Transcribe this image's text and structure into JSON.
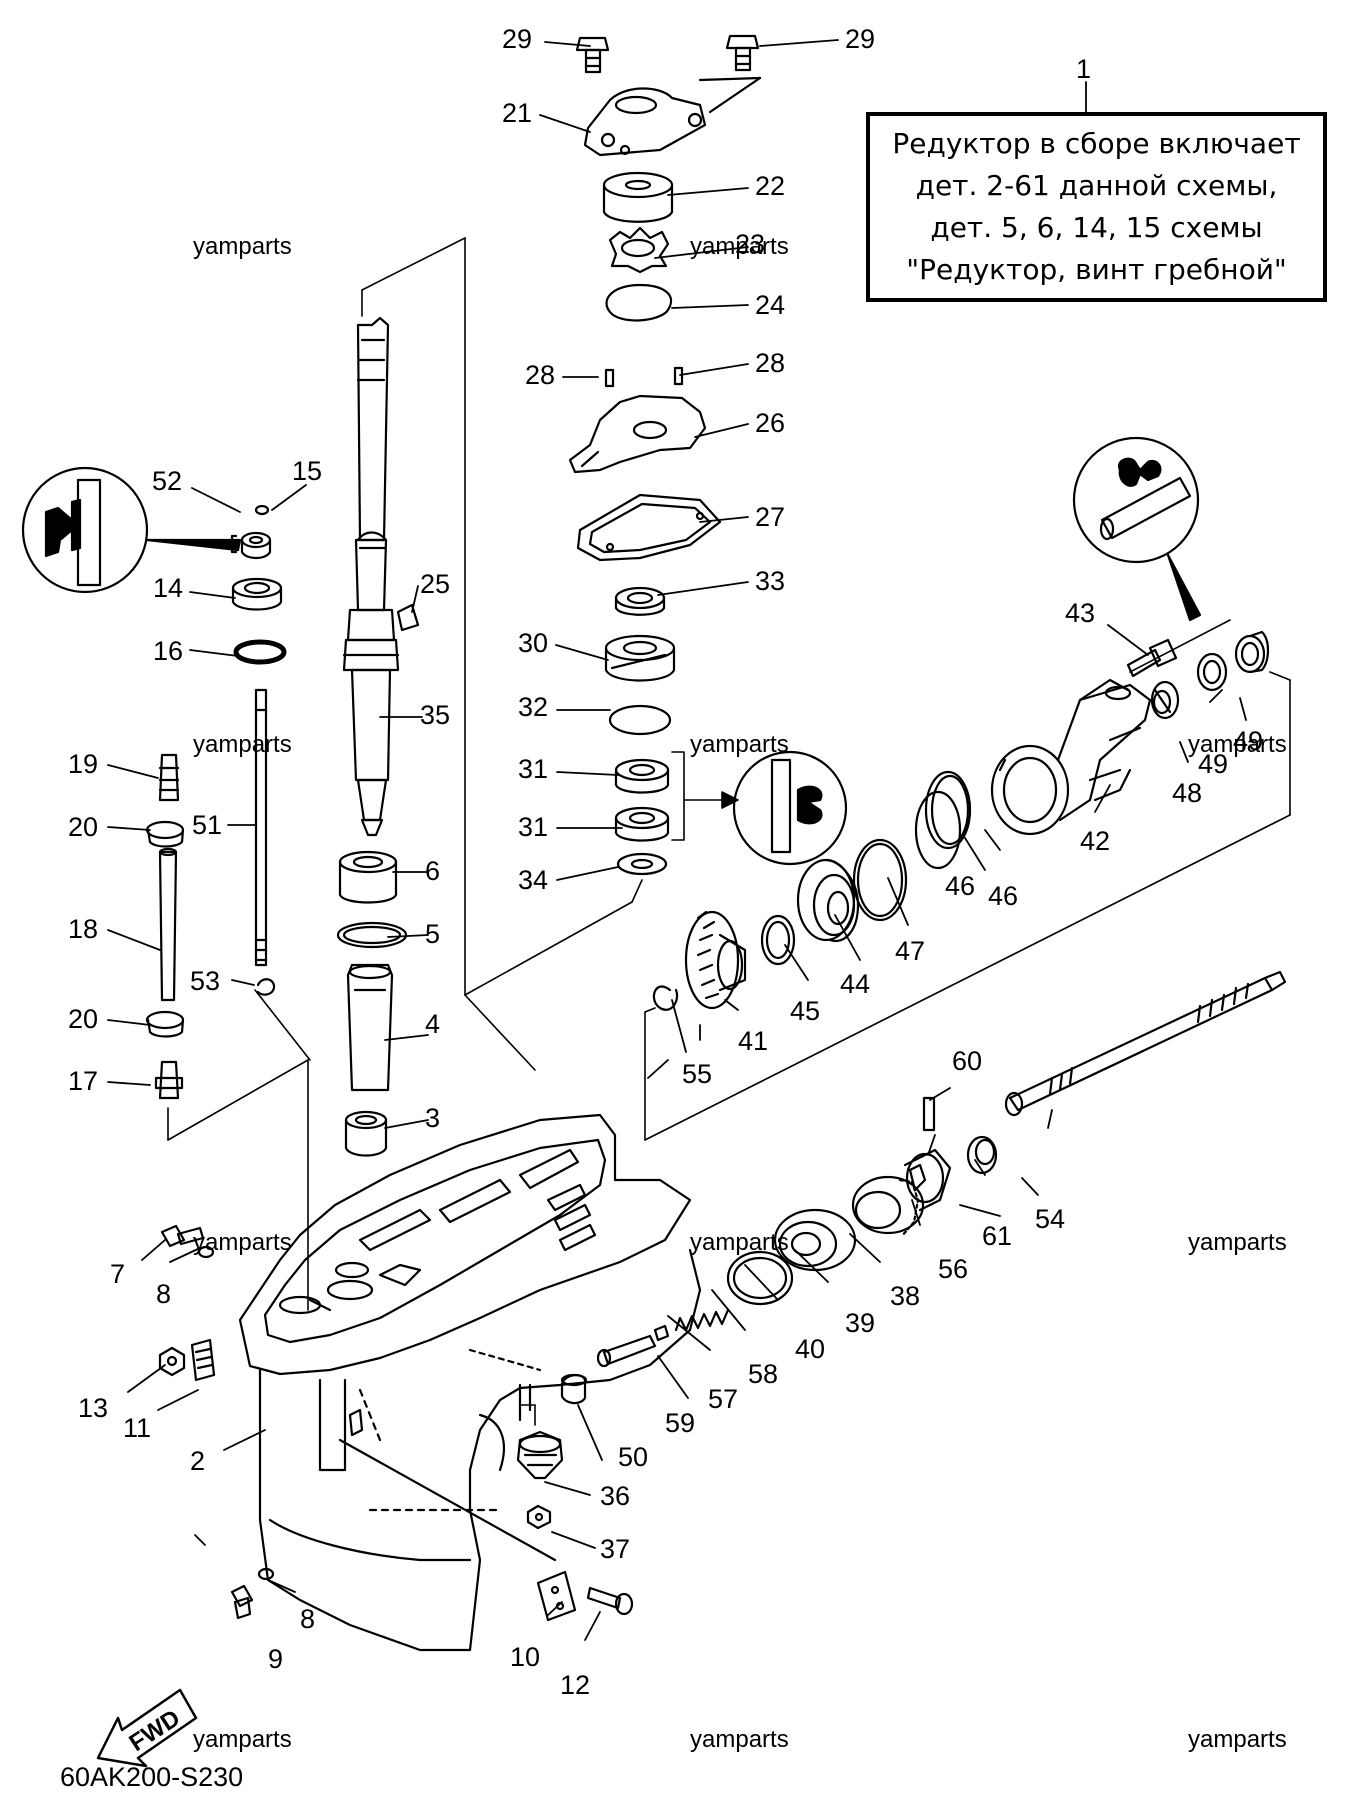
{
  "note": {
    "lines": [
      "Редуктор в сборе включает",
      "дет. 2-61 данной схемы,",
      "дет. 5, 6, 14, 15 схемы",
      "\"Редуктор, винт гребной\""
    ]
  },
  "watermark": "yamparts",
  "diagram_code": "60AK200-S230",
  "fwd_label": "FWD",
  "callouts": [
    "1",
    "2",
    "3",
    "4",
    "5",
    "6",
    "7",
    "8",
    "9",
    "10",
    "11",
    "12",
    "13",
    "14",
    "15",
    "16",
    "17",
    "18",
    "19",
    "20",
    "21",
    "22",
    "23",
    "24",
    "25",
    "26",
    "27",
    "28",
    "29",
    "30",
    "31",
    "32",
    "33",
    "34",
    "35",
    "36",
    "37",
    "38",
    "39",
    "40",
    "41",
    "42",
    "43",
    "44",
    "45",
    "46",
    "47",
    "48",
    "49",
    "50",
    "51",
    "52",
    "53",
    "54",
    "55",
    "56",
    "57",
    "58",
    "59",
    "60",
    "61"
  ]
}
